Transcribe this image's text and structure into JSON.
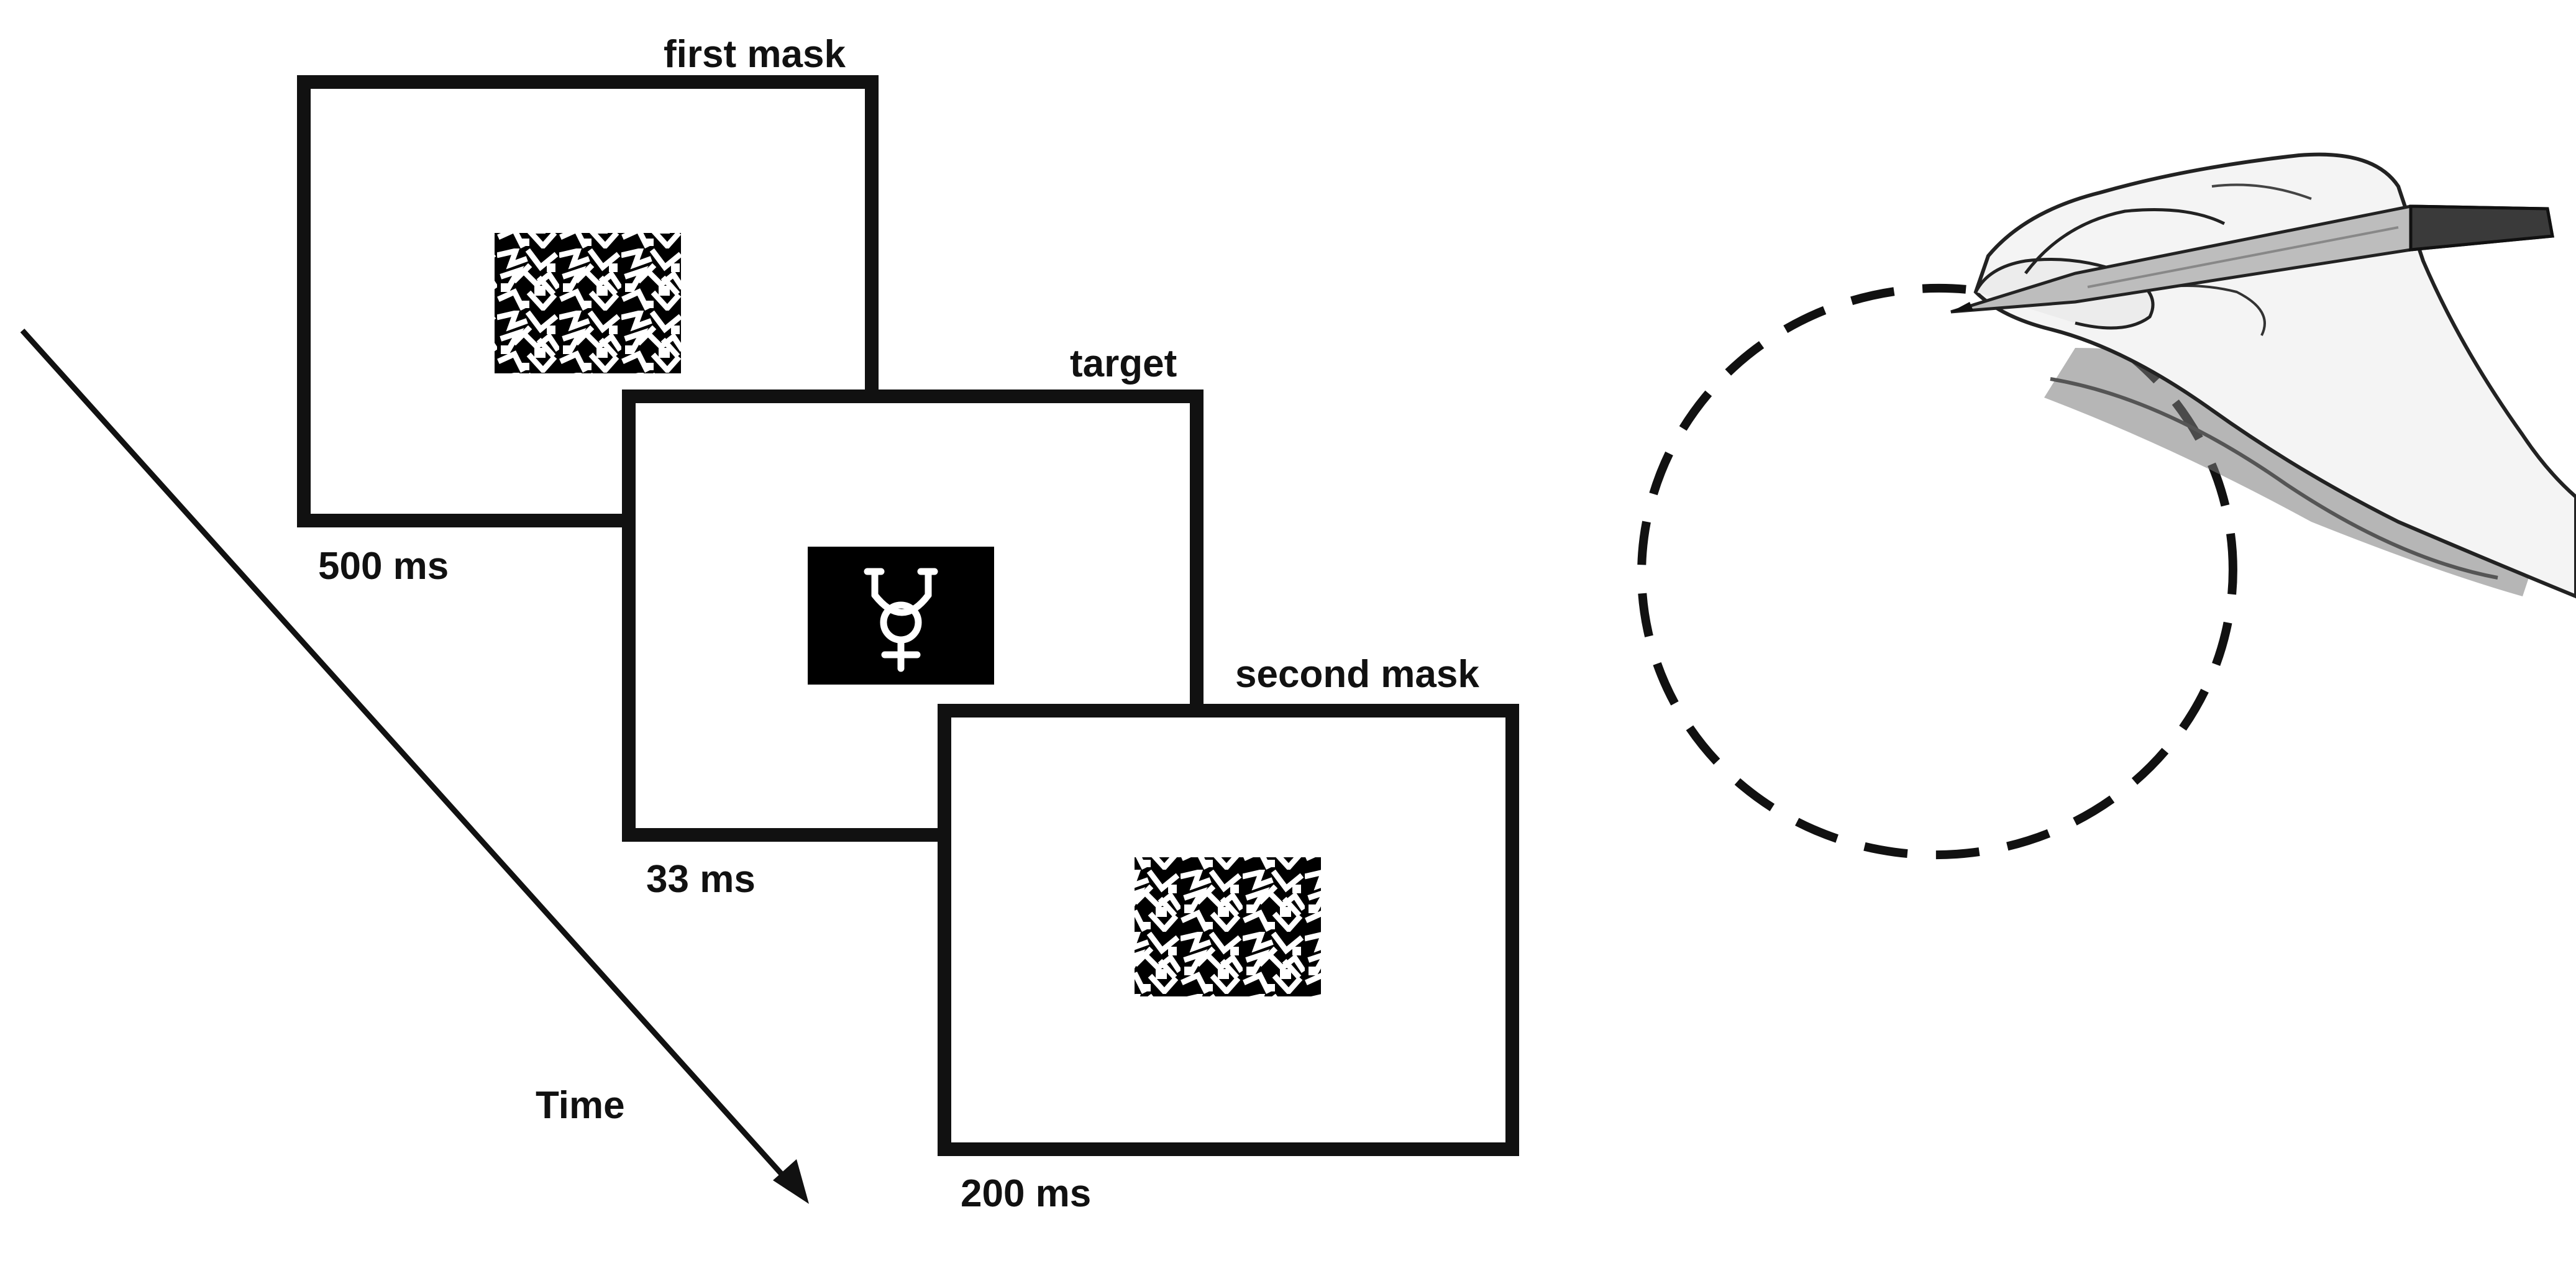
{
  "diagram": {
    "frames": [
      {
        "label": "first mask",
        "duration": "500 ms",
        "content": "mask-pattern"
      },
      {
        "label": "target",
        "duration": "33 ms",
        "content": "target-symbol"
      },
      {
        "label": "second mask",
        "duration": "200 ms",
        "content": "mask-pattern"
      }
    ],
    "time_label": "Time",
    "response_area": {
      "shape": "dashed-ellipse",
      "illustration": "hand-holding-pen"
    },
    "colors": {
      "ink": "#111111",
      "background": "#ffffff"
    }
  }
}
